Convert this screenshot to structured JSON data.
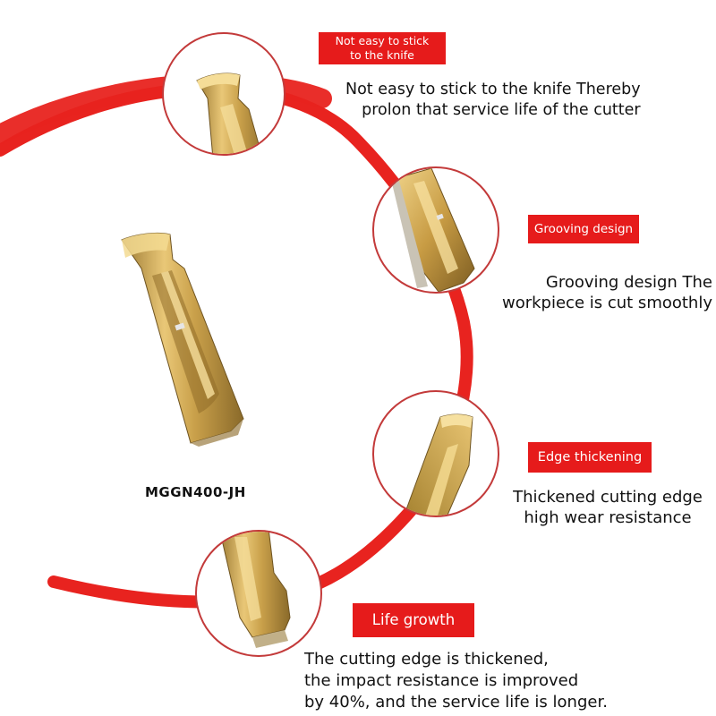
{
  "colors": {
    "accent": "#e61b1b",
    "ring": "#e8231f",
    "gold": "#d9b35a",
    "text": "#111111"
  },
  "product": {
    "model": "MGGN400-JH"
  },
  "features": [
    {
      "tag": [
        "Not easy to stick",
        "to the knife"
      ],
      "description": [
        "Not easy to stick to the knife Thereby",
        "prolon that service life of the cutter"
      ]
    },
    {
      "tag": [
        "Grooving design"
      ],
      "description": [
        "Grooving design The",
        "workpiece is cut smoothly"
      ]
    },
    {
      "tag": [
        "Edge thickening"
      ],
      "description": [
        "Thickened cutting edge",
        "high wear resistance"
      ]
    },
    {
      "tag": [
        "Life growth"
      ],
      "description": [
        "The cutting edge is thickened,",
        "the impact resistance is improved",
        "by 40%, and the service life is longer."
      ]
    }
  ],
  "icons": [
    "carbide-insert-icon",
    "insert-detail-icon"
  ]
}
